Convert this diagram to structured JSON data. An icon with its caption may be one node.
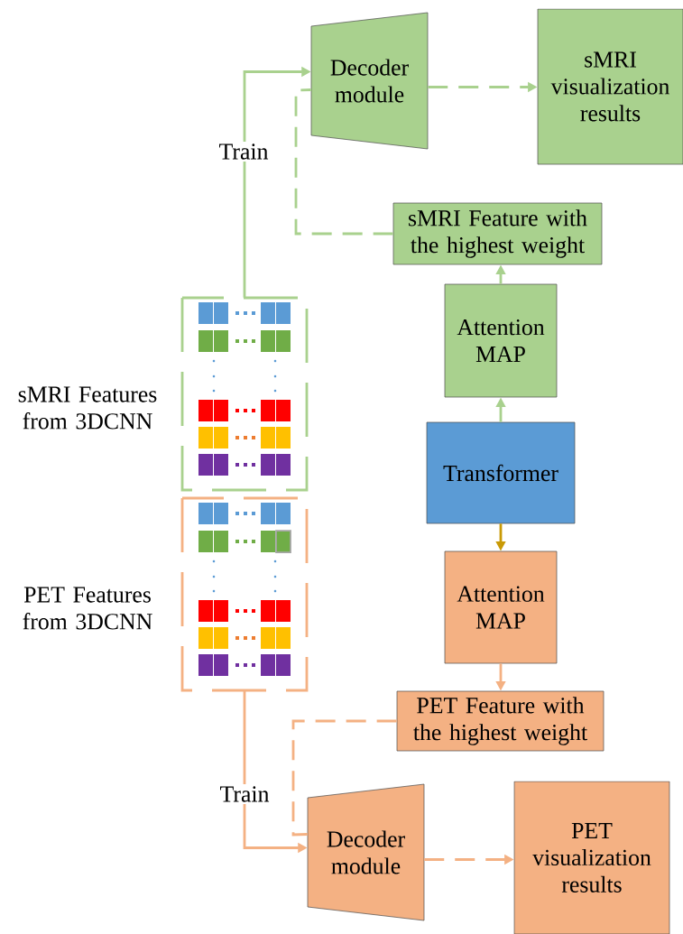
{
  "diagram": {
    "nodes": [
      {
        "text": [
          "Decoder module"
        ]
      },
      {
        "text": [
          "sMRI visualization results"
        ]
      },
      {
        "text": [
          "sMRI Feature with the highest weight"
        ]
      },
      {
        "text": [
          "Attention MAP"
        ]
      },
      {
        "text": [
          "Transformer"
        ]
      },
      {
        "text": [
          "Attention MAP"
        ]
      },
      {
        "text": [
          "PET Feature with the highest weight"
        ]
      },
      {
        "text": [
          "Decoder module"
        ]
      },
      {
        "text": [
          "PET visualization results"
        ]
      },
      {
        "text": [],
        "shape": "box",
        "beside": [
          "sMRI Features from 3DCNN"
        ]
      },
      {
        "text": [],
        "shape": "box",
        "beside": [
          "PET  Features from 3DCNN"
        ]
      }
    ],
    "edges": [
      {
        "from": 9,
        "to": 0,
        "arrow": "to",
        "label": "Train",
        "color": "#a9d18e"
      },
      {
        "from": 0,
        "to": 1,
        "arrow": "to",
        "style": "dashed",
        "color": "#a9d18e"
      },
      {
        "from": 2,
        "to": 0,
        "arrow": "none",
        "style": "dashed",
        "color": "#a9d18e"
      },
      {
        "from": 4,
        "to": 3,
        "arrow": "to",
        "color": "#a9d18e"
      },
      {
        "from": 3,
        "to": 2,
        "arrow": "to",
        "color": "#a9d18e"
      },
      {
        "from": 4,
        "to": 5,
        "arrow": "to",
        "color": "#c99a06"
      },
      {
        "from": 5,
        "to": 6,
        "arrow": "to",
        "color": "#f4b183"
      },
      {
        "from": 6,
        "to": 7,
        "arrow": "none",
        "style": "dashed",
        "color": "#f4b183"
      },
      {
        "from": 10,
        "to": 7,
        "arrow": "to",
        "label": "Train",
        "color": "#f4b183"
      },
      {
        "from": 7,
        "to": 8,
        "arrow": "to",
        "style": "dashed",
        "color": "#f4b183"
      }
    ]
  }
}
